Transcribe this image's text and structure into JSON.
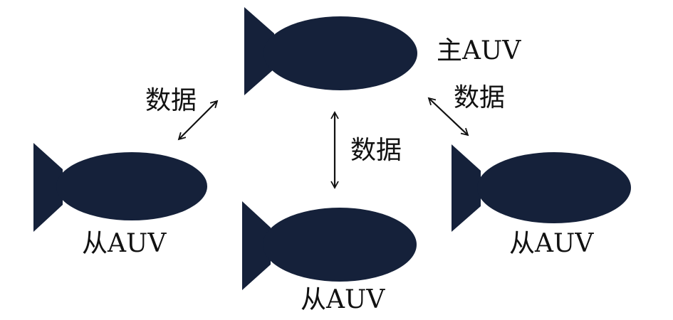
{
  "colors": {
    "vehicle_fill": "#15213a",
    "arrow": "#111111",
    "text": "#111111"
  },
  "icons": [
    "auv-icon",
    "double-arrow-icon"
  ],
  "labels": {
    "master": "主AUV",
    "slave_left": "从AUV",
    "slave_bottom": "从AUV",
    "slave_right": "从AUV",
    "link_left": "数据",
    "link_center": "数据",
    "link_right": "数据"
  }
}
